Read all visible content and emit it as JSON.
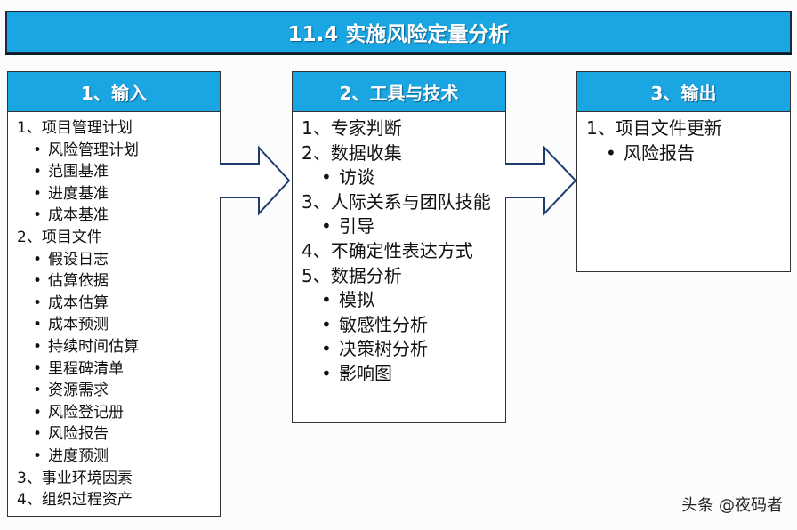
{
  "title": "11.4 实施风险定量分析",
  "input": {
    "header": "1、输入",
    "items": [
      {
        "text": "1、项目管理计划",
        "sub": false
      },
      {
        "text": "风险管理计划",
        "sub": true
      },
      {
        "text": "范围基准",
        "sub": true
      },
      {
        "text": "进度基准",
        "sub": true
      },
      {
        "text": "成本基准",
        "sub": true
      },
      {
        "text": "2、项目文件",
        "sub": false
      },
      {
        "text": "假设日志",
        "sub": true
      },
      {
        "text": "估算依据",
        "sub": true
      },
      {
        "text": "成本估算",
        "sub": true
      },
      {
        "text": "成本预测",
        "sub": true
      },
      {
        "text": "持续时间估算",
        "sub": true
      },
      {
        "text": "里程碑清单",
        "sub": true
      },
      {
        "text": "资源需求",
        "sub": true
      },
      {
        "text": "风险登记册",
        "sub": true
      },
      {
        "text": "风险报告",
        "sub": true
      },
      {
        "text": "进度预测",
        "sub": true
      },
      {
        "text": "3、事业环境因素",
        "sub": false
      },
      {
        "text": "4、组织过程资产",
        "sub": false
      }
    ]
  },
  "tools": {
    "header": "2、工具与技术",
    "items": [
      {
        "text": "1、专家判断",
        "sub": false
      },
      {
        "text": "2、数据收集",
        "sub": false
      },
      {
        "text": "访谈",
        "sub": true
      },
      {
        "text": "3、人际关系与团队技能",
        "sub": false
      },
      {
        "text": "引导",
        "sub": true
      },
      {
        "text": "4、不确定性表达方式",
        "sub": false
      },
      {
        "text": "5、数据分析",
        "sub": false
      },
      {
        "text": "模拟",
        "sub": true
      },
      {
        "text": "敏感性分析",
        "sub": true
      },
      {
        "text": "决策树分析",
        "sub": true
      },
      {
        "text": "影响图",
        "sub": true
      }
    ]
  },
  "output": {
    "header": "3、输出",
    "items": [
      {
        "text": "1、项目文件更新",
        "sub": false
      },
      {
        "text": "风险报告",
        "sub": true
      }
    ]
  },
  "watermark": "头条 @夜码者",
  "colors": {
    "header_blue": "#1aa6e3",
    "arrow_stroke": "#1f3b6e"
  }
}
